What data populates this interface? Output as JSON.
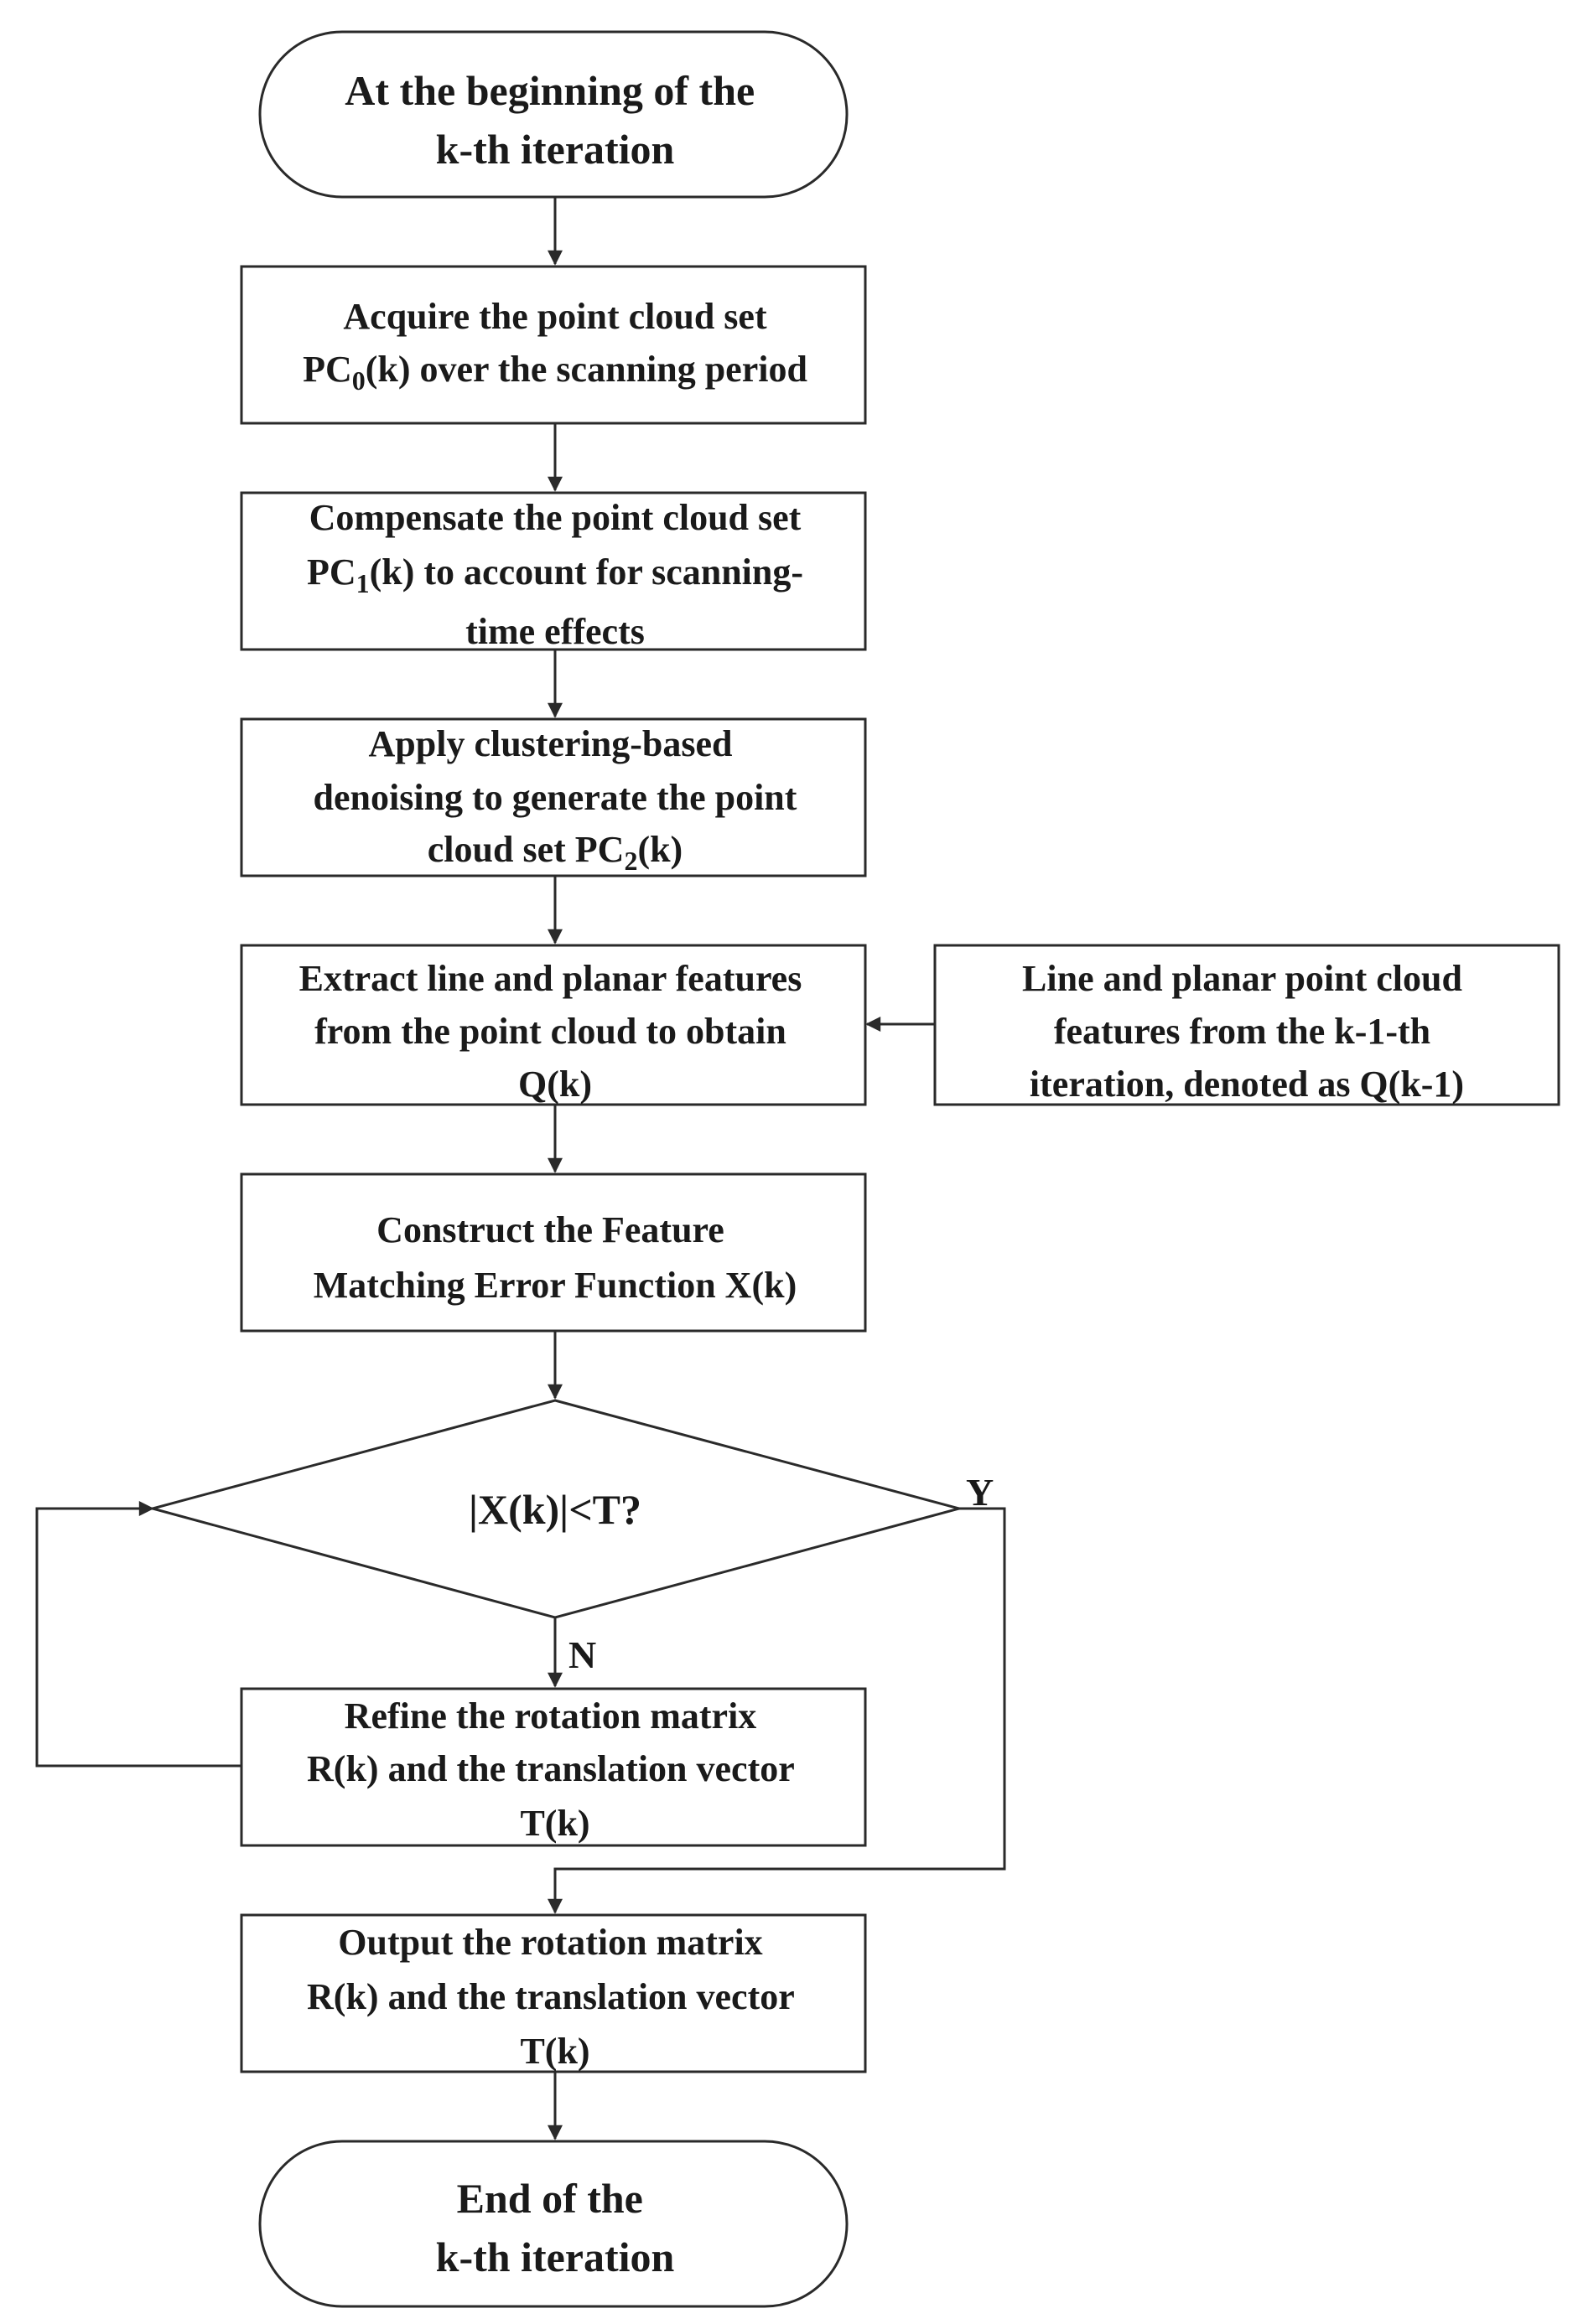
{
  "nodes": {
    "start": {
      "lines": [
        "At the beginning of the",
        "k-th iteration"
      ]
    },
    "acquire": {
      "line1": "Acquire the point cloud set",
      "line2_pre": "PC",
      "line2_sub": "0",
      "line2_post": "(k) over the scanning period"
    },
    "compensate": {
      "line1": "Compensate the point cloud set",
      "line2_pre": "PC",
      "line2_sub": "1",
      "line2_post": "(k) to account for scanning-",
      "line3": "time effects"
    },
    "denoise": {
      "line1": "Apply clustering-based",
      "line2": "denoising to generate the point",
      "line3_pre": "cloud set PC",
      "line3_sub": "2",
      "line3_post": "(k)"
    },
    "extract": {
      "lines": [
        "Extract line and planar features",
        "from the point cloud to obtain",
        "Q(k)"
      ]
    },
    "previous": {
      "lines": [
        "Line and planar point cloud",
        "features from the k-1-th",
        "iteration, denoted as Q(k-1)"
      ]
    },
    "construct": {
      "lines": [
        "Construct the Feature",
        "Matching Error Function X(k)"
      ]
    },
    "decision": {
      "text": "|X(k)|<T?"
    },
    "refine": {
      "lines": [
        "Refine the rotation matrix",
        "R(k) and the translation vector",
        "T(k)"
      ]
    },
    "output": {
      "lines": [
        "Output the rotation matrix",
        "R(k) and the translation vector",
        "T(k)"
      ]
    },
    "end": {
      "lines": [
        "End of the",
        "k-th iteration"
      ]
    }
  },
  "edge_labels": {
    "yes": "Y",
    "no": "N"
  },
  "colors": {
    "stroke": "#2a2a2a",
    "text": "#1a1a1a",
    "background": "#ffffff"
  }
}
